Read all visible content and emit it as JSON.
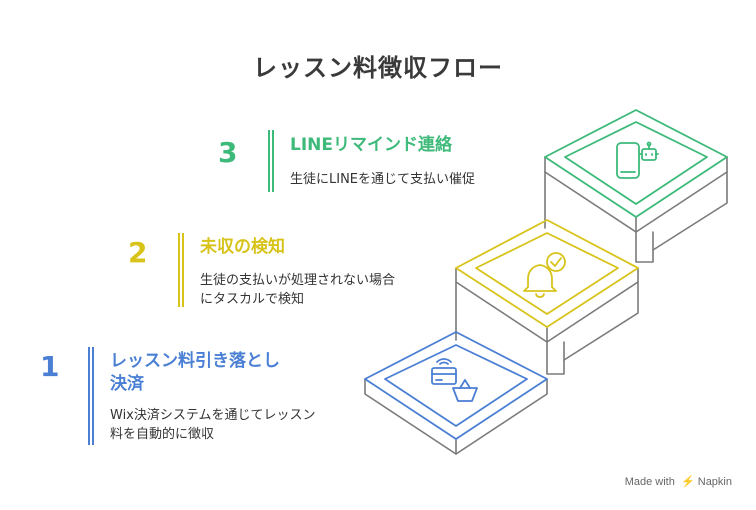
{
  "title": "レッスン料徴収フロー",
  "steps": [
    {
      "number": "1",
      "heading_line1": "レッスン料引き落とし",
      "heading_line2": "決済",
      "desc_line1": "Wix決済システムを通じてレッスン",
      "desc_line2": "料を自動的に徴収",
      "color": "#4a7fd4",
      "icon": "card-basket-icon"
    },
    {
      "number": "2",
      "heading_line1": "未収の検知",
      "desc_line1": "生徒の支払いが処理されない場合",
      "desc_line2": "にタスカルで検知",
      "color": "#d8c31a",
      "icon": "bell-check-icon"
    },
    {
      "number": "3",
      "heading_line1": "LINEリマインド連絡",
      "desc_line1": "生徒にLINEを通じて支払い催促",
      "color": "#3dba7a",
      "icon": "phone-bot-icon"
    }
  ],
  "watermark": {
    "made_with": "Made with",
    "brand": "Napkin"
  }
}
